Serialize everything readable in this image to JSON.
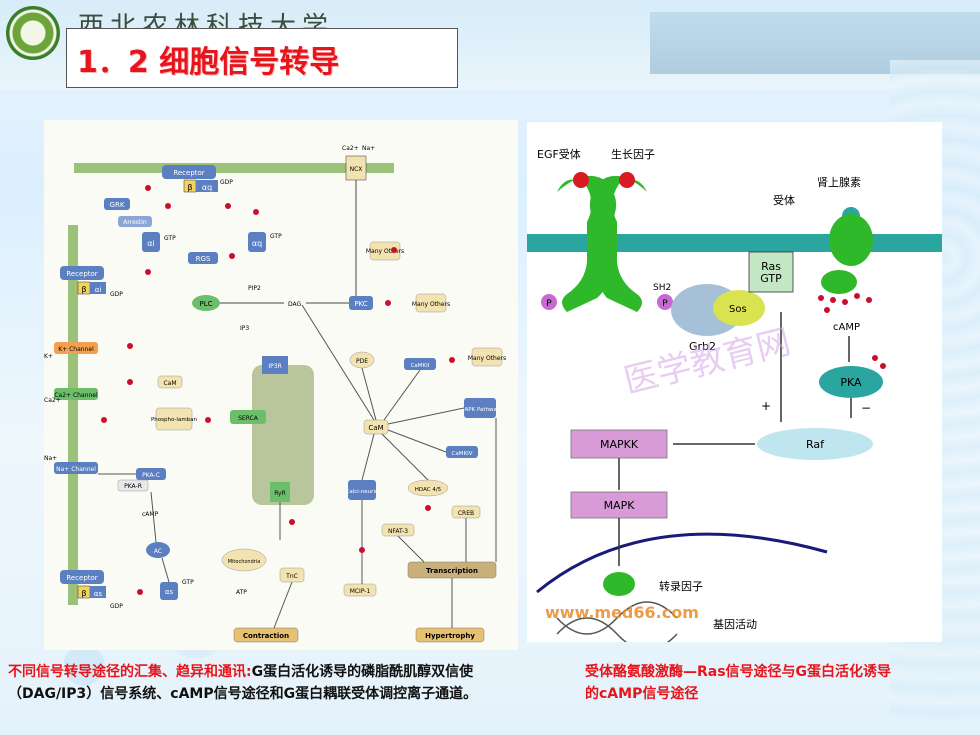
{
  "header": {
    "school_name": "西北农林科技大学",
    "title": "1．2 细胞信号转导"
  },
  "left_diagram": {
    "labels": {
      "receptor": "Receptor",
      "gdp": "GDP",
      "gtp": "GTP",
      "grk": "GRK",
      "arrestin": "Arrestin",
      "rgs": "RGS",
      "plc": "PLC",
      "pip2": "PIP2",
      "dag": "DAG",
      "pkc": "PKC",
      "many_others": "Many Others",
      "ip3": "IP3",
      "ip3r": "IP3R",
      "ncx": "NCX",
      "ca": "Ca2+",
      "na": "Na+",
      "k": "K+",
      "k_channel": "K+ Channel",
      "ca_channel": "Ca2+ Channel",
      "na_channel": "Na+ Channel",
      "beta": "β",
      "alpha_s": "αs",
      "alpha_i": "αi",
      "alpha_q": "αq",
      "cam": "CaM",
      "phospholamban": "Phospho-lamban",
      "serca": "SERCA",
      "pka_c": "PKA-C",
      "pka_r": "PKA-R",
      "camp": "cAMP",
      "ac": "AC",
      "ryr": "RyR",
      "pde": "PDE",
      "camkii": "CaMKII",
      "mapk_pathway": "MAPK Pathway",
      "camkiv": "CaMKIV",
      "calcineurin": "Calci-neurin",
      "hdac": "HDAC 4/5",
      "creb": "CREB",
      "nfat3": "NFAT-3",
      "mcip1": "MCIP-1",
      "transcription": "Transcription",
      "atp": "ATP",
      "tnc": "TnC",
      "mitochondria": "Mitochondria",
      "contraction": "Contraction",
      "hypertrophy": "Hypertrophy"
    }
  },
  "right_diagram": {
    "labels": {
      "egf_receptor": "EGF受体",
      "growth_factor": "生长因子",
      "adrenaline": "肾上腺素",
      "receptor": "受体",
      "ras_gtp": "Ras\nGTP",
      "sh2": "SH2",
      "grb2": "Grb2",
      "sos": "Sos",
      "p": "P",
      "camp": "cAMP",
      "pka": "PKA",
      "plus": "+",
      "minus": "−",
      "mapkk": "MAPKK",
      "raf": "Raf",
      "mapk": "MAPK",
      "transcription_factor": "转录因子",
      "gene_activity": "基因活动"
    },
    "watermark": "医学教育网",
    "url_watermark": "www.med66.com"
  },
  "captions": {
    "left_red": "不同信号转导途径的汇集、趋异和通讯:",
    "left_black": "G蛋白活化诱导的磷脂酰肌醇双信使（DAG/IP3）信号系统、cAMP信号途径和G蛋白耦联受体调控离子通道。",
    "right": "受体酪氨酸激酶—Ras信号途径与G蛋白活化诱导的cAMP信号途径"
  },
  "colors": {
    "title_red": "#e8141b",
    "receptor_green": "#2fb82a",
    "membrane_teal": "#2aa5a0",
    "node_blue": "#5b7fc0"
  }
}
